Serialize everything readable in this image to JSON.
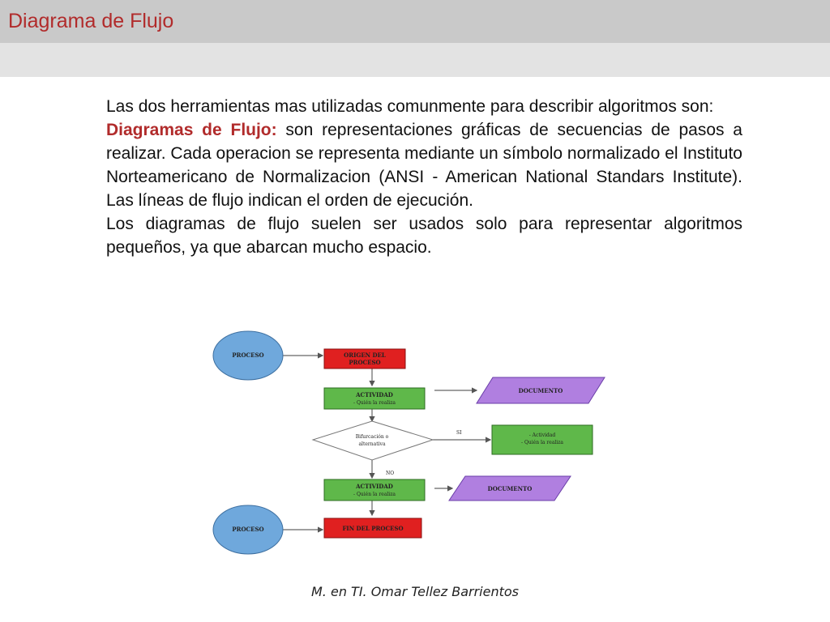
{
  "header": {
    "title": "Diagrama de Flujo"
  },
  "content": {
    "intro": "Las dos herramientas mas utilizadas comunmente para describir algoritmos son:",
    "term": "Diagramas de Flujo:",
    "definition": " son representaciones gráficas de secuencias de pasos a realizar. Cada operacion se representa mediante un símbolo normalizado el Instituto Norteamericano de Normalizacion (ANSI - American National Standars Institute). Las líneas de flujo indican el orden de ejecución.",
    "closing": "Los diagramas de flujo suelen ser usados solo para representar algoritmos pequeños, ya que abarcan mucho espacio."
  },
  "flowchart": {
    "start_circle": "PROCESO",
    "start_box": [
      "ORIGEN DEL",
      "PROCESO"
    ],
    "activity1": [
      "ACTIVIDAD",
      "- Quién la realiza"
    ],
    "document_top": "DOCUMENTO",
    "decision": [
      "Bifurcación o",
      "alternativa"
    ],
    "yes_label": "SI",
    "no_label": "NO",
    "side_activity": [
      "- Actividad",
      "- Quién la realiza"
    ],
    "activity2": [
      "ACTIVIDAD",
      "- Quién la realiza"
    ],
    "document_bottom": "DOCUMENTO",
    "end_circle": "PROCESO",
    "end_box": "FIN DEL PROCESO"
  },
  "colors": {
    "title": "#b12b2b",
    "header_bar": "#c9c9c9",
    "sub_bar": "#e3e3e3",
    "circle": "#6fa8dc",
    "red_box": "#e02020",
    "green_box": "#5fb84a",
    "purple_shape": "#b07fe0"
  },
  "footer": {
    "author": "M. en TI. Omar Tellez Barrientos"
  }
}
